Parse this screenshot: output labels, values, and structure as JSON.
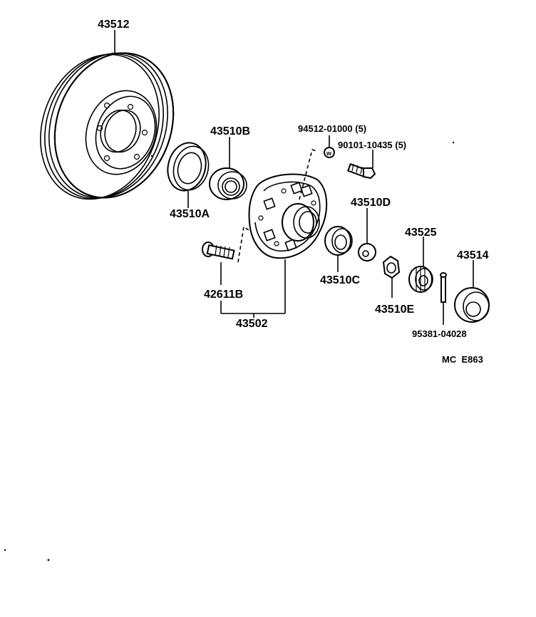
{
  "diagram": {
    "code": "MC  E863",
    "labels": {
      "p43512": "43512",
      "p43510b": "43510B",
      "p43510a": "43510A",
      "p94512": "94512-01000 (5)",
      "p90101": "90101-10435 (5)",
      "p43510d": "43510D",
      "p43525": "43525",
      "p43514": "43514",
      "p43510c": "43510C",
      "p42611b": "42611B",
      "p43510e": "43510E",
      "p95381": "95381-04028",
      "p43502": "43502"
    }
  }
}
